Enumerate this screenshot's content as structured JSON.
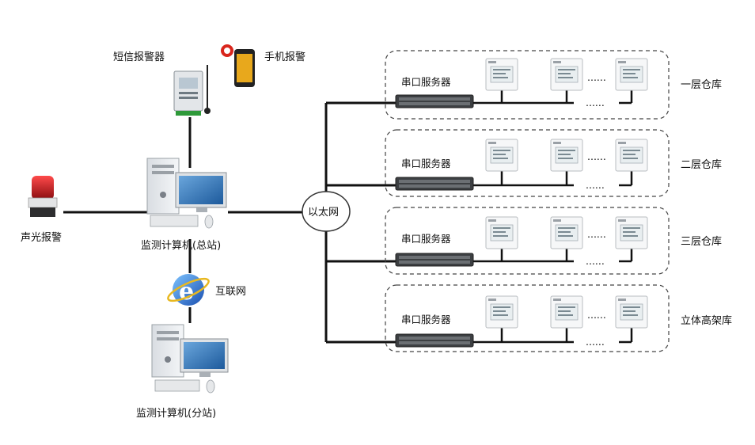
{
  "labels": {
    "sms_alarm": "短信报警器",
    "phone_alarm": "手机报警",
    "sound_light_alarm": "声光报警",
    "main_station": "监测计算机(总站)",
    "internet": "互联网",
    "sub_station": "监测计算机(分站)",
    "ethernet": "以太网"
  },
  "warehouses": [
    {
      "name": "一层仓库",
      "server_label": "串口服务器"
    },
    {
      "name": "二层仓库",
      "server_label": "串口服务器"
    },
    {
      "name": "三层仓库",
      "server_label": "串口服务器"
    },
    {
      "name": "立体高架库",
      "server_label": "串口服务器"
    }
  ],
  "ellipsis": "......",
  "colors": {
    "line": "#111111",
    "dash_border": "#444444",
    "alarm_red": "#c8161d",
    "ie_blue": "#1f64c8",
    "monitor_screen": "#3a7fc4"
  }
}
